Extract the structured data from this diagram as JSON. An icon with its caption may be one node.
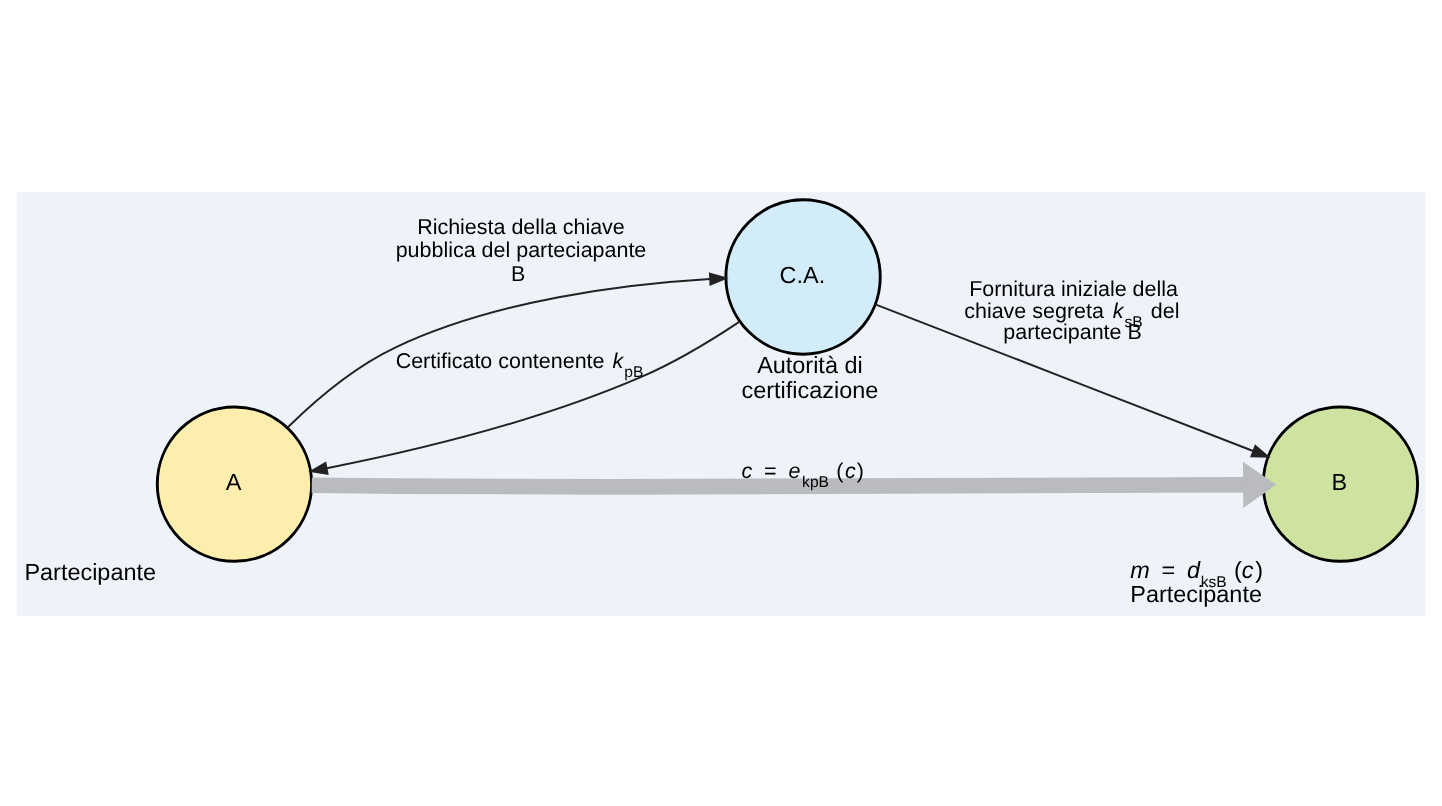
{
  "diagram": {
    "nodes": [
      {
        "text": [
          "C.A."
        ],
        "beside": [
          "Autorità di certificazione"
        ]
      },
      {
        "text": [
          "A"
        ],
        "beside": [
          "Partecipante"
        ]
      },
      {
        "text": [
          "B"
        ],
        "beside": [
          "*m* = *d*$_{ksB}$ (*c*)",
          "Partecipante"
        ]
      }
    ],
    "edges": [
      {
        "from": 1,
        "to": 0,
        "arrow": "to",
        "label": "Richiesta della chiave pubblica del parteciapante B"
      },
      {
        "from": 0,
        "to": 1,
        "arrow": "to",
        "label": "Certificato contenente *k*$_{pB}$"
      },
      {
        "from": 0,
        "to": 2,
        "arrow": "to",
        "label": "Fornitura iniziale della chiave segreta *k*$_{sB}$ del partecipante B"
      },
      {
        "from": 1,
        "to": 2,
        "arrow": "to",
        "label": "*c* = *e*$_{kpB}$ (*c*)",
        "style": "thick",
        "color": "#b9bbbe"
      }
    ]
  }
}
